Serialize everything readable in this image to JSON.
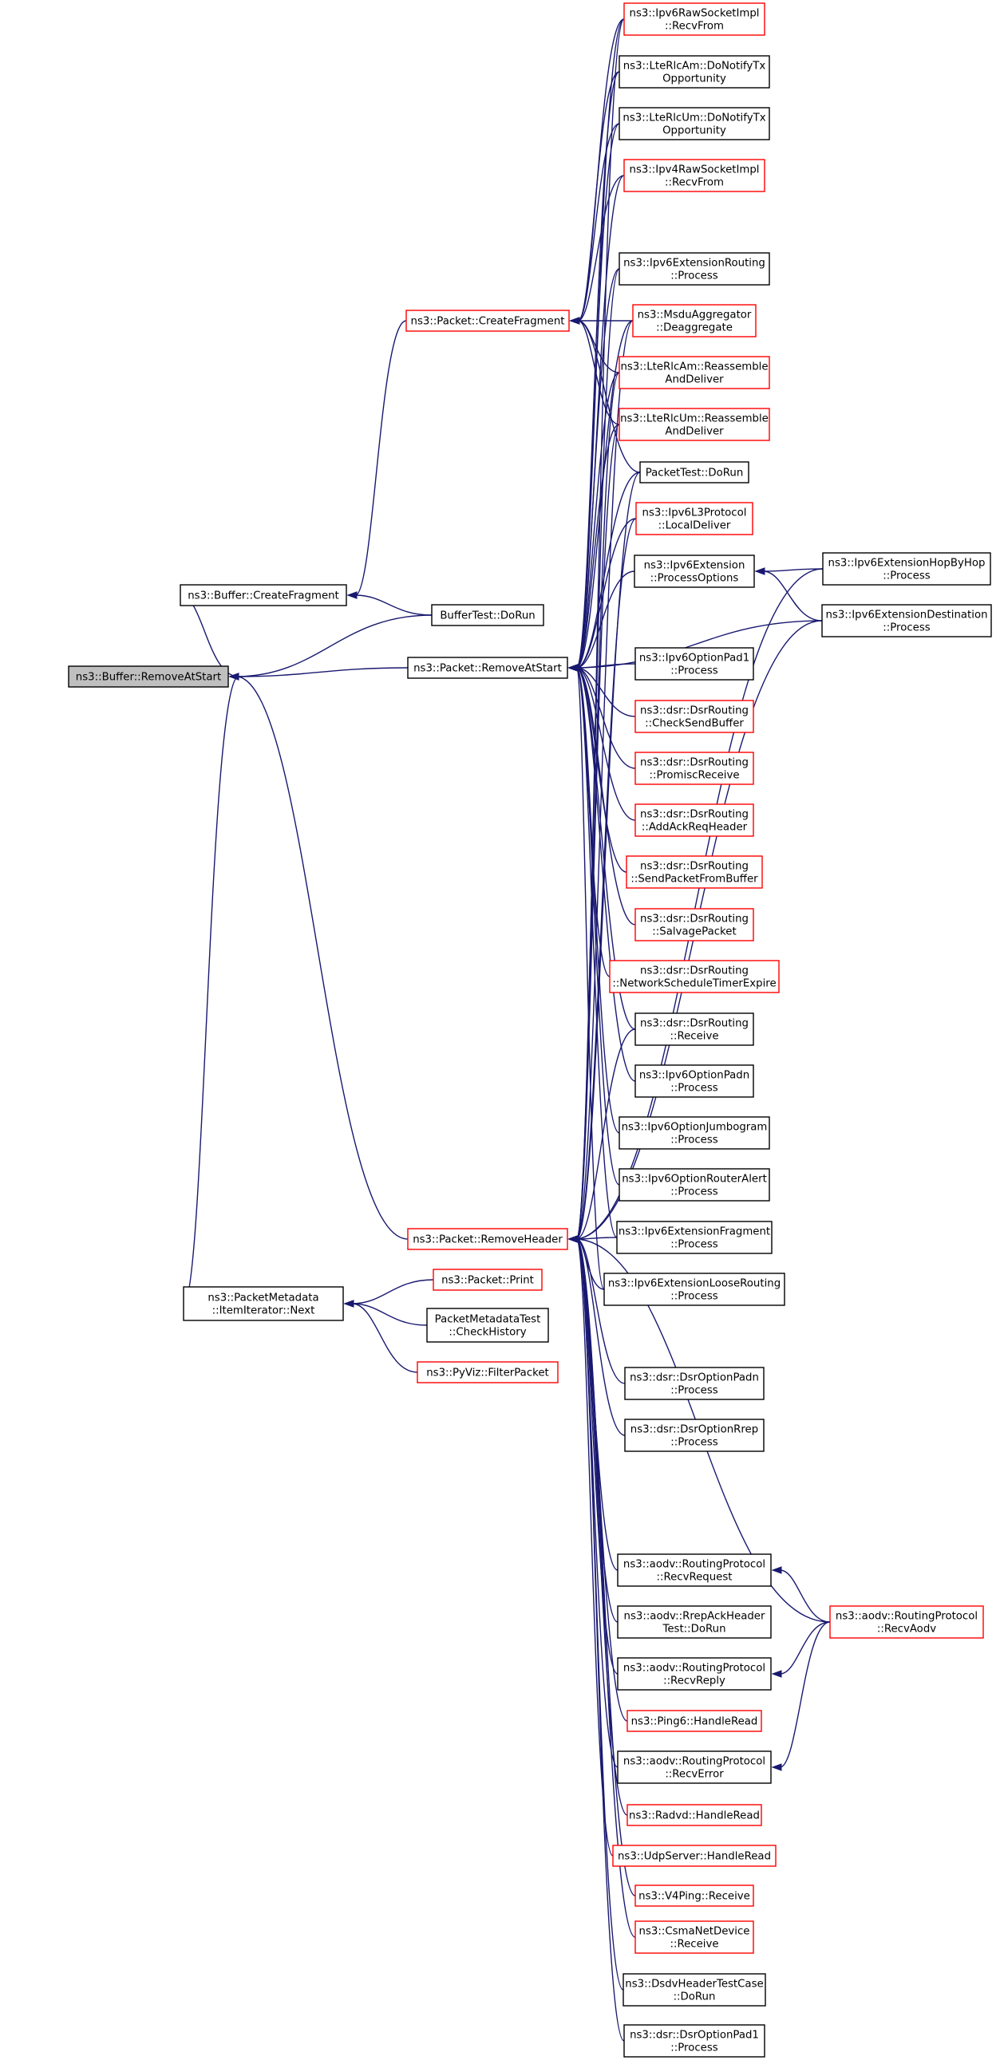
{
  "diagram": {
    "nodes": {
      "remove_at_start": {
        "lines": [
          "ns3::Buffer::RemoveAtStart"
        ],
        "color": "root"
      },
      "buffer_create_fragment": {
        "lines": [
          "ns3::Buffer::CreateFragment"
        ],
        "color": "black"
      },
      "buffer_test_dorun": {
        "lines": [
          "BufferTest::DoRun"
        ],
        "color": "black"
      },
      "packet_create_fragment": {
        "lines": [
          "ns3::Packet::CreateFragment"
        ],
        "color": "red"
      },
      "packet_remove_at_start": {
        "lines": [
          "ns3::Packet::RemoveAtStart"
        ],
        "color": "black"
      },
      "packet_remove_header": {
        "lines": [
          "ns3::Packet::RemoveHeader"
        ],
        "color": "red"
      },
      "item_iterator_next": {
        "lines": [
          "ns3::PacketMetadata",
          "::ItemIterator::Next"
        ],
        "color": "black"
      },
      "packet_print": {
        "lines": [
          "ns3::Packet::Print"
        ],
        "color": "red"
      },
      "metadata_check_history": {
        "lines": [
          "PacketMetadataTest",
          "::CheckHistory"
        ],
        "color": "black"
      },
      "pyviz_filter_packet": {
        "lines": [
          "ns3::PyViz::FilterPacket"
        ],
        "color": "red"
      },
      "ipv6raw_recvfrom": {
        "lines": [
          "ns3::Ipv6RawSocketImpl",
          "::RecvFrom"
        ],
        "color": "red"
      },
      "lterlcam_donotify": {
        "lines": [
          "ns3::LteRlcAm::DoNotifyTx",
          "Opportunity"
        ],
        "color": "black"
      },
      "lterlcum_donotify": {
        "lines": [
          "ns3::LteRlcUm::DoNotifyTx",
          "Opportunity"
        ],
        "color": "black"
      },
      "ipv4raw_recvfrom": {
        "lines": [
          "ns3::Ipv4RawSocketImpl",
          "::RecvFrom"
        ],
        "color": "red"
      },
      "ipv6ext_routing_process": {
        "lines": [
          "ns3::Ipv6ExtensionRouting",
          "::Process"
        ],
        "color": "black"
      },
      "msdu_deaggregate": {
        "lines": [
          "ns3::MsduAggregator",
          "::Deaggregate"
        ],
        "color": "red"
      },
      "lterlcam_reassemble": {
        "lines": [
          "ns3::LteRlcAm::Reassemble",
          "AndDeliver"
        ],
        "color": "red"
      },
      "lterlcum_reassemble": {
        "lines": [
          "ns3::LteRlcUm::Reassemble",
          "AndDeliver"
        ],
        "color": "red"
      },
      "packettest_dorun": {
        "lines": [
          "PacketTest::DoRun"
        ],
        "color": "black"
      },
      "ipv6l3_localdeliver": {
        "lines": [
          "ns3::Ipv6L3Protocol",
          "::LocalDeliver"
        ],
        "color": "red"
      },
      "ipv6ext_processoptions": {
        "lines": [
          "ns3::Ipv6Extension",
          "::ProcessOptions"
        ],
        "color": "black"
      },
      "ipv6opt_pad1_process": {
        "lines": [
          "ns3::Ipv6OptionPad1",
          "::Process"
        ],
        "color": "black"
      },
      "dsr_checksendbuffer": {
        "lines": [
          "ns3::dsr::DsrRouting",
          "::CheckSendBuffer"
        ],
        "color": "red"
      },
      "dsr_promiscreceive": {
        "lines": [
          "ns3::dsr::DsrRouting",
          "::PromiscReceive"
        ],
        "color": "red"
      },
      "dsr_addackreqheader": {
        "lines": [
          "ns3::dsr::DsrRouting",
          "::AddAckReqHeader"
        ],
        "color": "red"
      },
      "dsr_sendpacketfrombuffer": {
        "lines": [
          "ns3::dsr::DsrRouting",
          "::SendPacketFromBuffer"
        ],
        "color": "red"
      },
      "dsr_salvagepacket": {
        "lines": [
          "ns3::dsr::DsrRouting",
          "::SalvagePacket"
        ],
        "color": "red"
      },
      "dsr_networkscheduletimerexpire": {
        "lines": [
          "ns3::dsr::DsrRouting",
          "::NetworkScheduleTimerExpire"
        ],
        "color": "red"
      },
      "dsr_receive": {
        "lines": [
          "ns3::dsr::DsrRouting",
          "::Receive"
        ],
        "color": "black"
      },
      "ipv6opt_padn_process": {
        "lines": [
          "ns3::Ipv6OptionPadn",
          "::Process"
        ],
        "color": "black"
      },
      "ipv6opt_jumbogram_process": {
        "lines": [
          "ns3::Ipv6OptionJumbogram",
          "::Process"
        ],
        "color": "black"
      },
      "ipv6opt_routeralert_process": {
        "lines": [
          "ns3::Ipv6OptionRouterAlert",
          "::Process"
        ],
        "color": "black"
      },
      "ipv6ext_fragment_process": {
        "lines": [
          "ns3::Ipv6ExtensionFragment",
          "::Process"
        ],
        "color": "black"
      },
      "ipv6ext_looserouting_process": {
        "lines": [
          "ns3::Ipv6ExtensionLooseRouting",
          "::Process"
        ],
        "color": "black"
      },
      "ipv6ext_hopbyhop_process": {
        "lines": [
          "ns3::Ipv6ExtensionHopByHop",
          "::Process"
        ],
        "color": "black"
      },
      "ipv6ext_destination_process": {
        "lines": [
          "ns3::Ipv6ExtensionDestination",
          "::Process"
        ],
        "color": "black"
      },
      "dsr_optionpadn_process": {
        "lines": [
          "ns3::dsr::DsrOptionPadn",
          "::Process"
        ],
        "color": "black"
      },
      "dsr_optionrrep_process": {
        "lines": [
          "ns3::dsr::DsrOptionRrep",
          "::Process"
        ],
        "color": "black"
      },
      "aodv_recvrequest": {
        "lines": [
          "ns3::aodv::RoutingProtocol",
          "::RecvRequest"
        ],
        "color": "black"
      },
      "aodv_repack_dorun": {
        "lines": [
          "ns3::aodv::RrepAckHeader",
          "Test::DoRun"
        ],
        "color": "black"
      },
      "aodv_recvreply": {
        "lines": [
          "ns3::aodv::RoutingProtocol",
          "::RecvReply"
        ],
        "color": "black"
      },
      "ping6_handleread": {
        "lines": [
          "ns3::Ping6::HandleRead"
        ],
        "color": "red"
      },
      "aodv_recverror": {
        "lines": [
          "ns3::aodv::RoutingProtocol",
          "::RecvError"
        ],
        "color": "black"
      },
      "radvd_handleread": {
        "lines": [
          "ns3::Radvd::HandleRead"
        ],
        "color": "red"
      },
      "udpserver_handleread": {
        "lines": [
          "ns3::UdpServer::HandleRead"
        ],
        "color": "red"
      },
      "v4ping_receive": {
        "lines": [
          "ns3::V4Ping::Receive"
        ],
        "color": "red"
      },
      "csma_receive": {
        "lines": [
          "ns3::CsmaNetDevice",
          "::Receive"
        ],
        "color": "red"
      },
      "dsdv_dorun": {
        "lines": [
          "ns3::DsdvHeaderTestCase",
          "::DoRun"
        ],
        "color": "black"
      },
      "dsr_optionpad1_process": {
        "lines": [
          "ns3::dsr::DsrOptionPad1",
          "::Process"
        ],
        "color": "black"
      },
      "aodv_recvaodv": {
        "lines": [
          "ns3::aodv::RoutingProtocol",
          "::RecvAodv"
        ],
        "color": "red"
      }
    },
    "edges": [
      [
        "buffer_create_fragment",
        "remove_at_start"
      ],
      [
        "buffer_test_dorun",
        "remove_at_start"
      ],
      [
        "packet_remove_at_start",
        "remove_at_start"
      ],
      [
        "packet_remove_header",
        "remove_at_start"
      ],
      [
        "item_iterator_next",
        "remove_at_start"
      ],
      [
        "packet_create_fragment",
        "buffer_create_fragment"
      ],
      [
        "buffer_test_dorun",
        "buffer_create_fragment"
      ],
      [
        "packet_print",
        "item_iterator_next"
      ],
      [
        "metadata_check_history",
        "item_iterator_next"
      ],
      [
        "pyviz_filter_packet",
        "item_iterator_next"
      ],
      [
        "ipv6raw_recvfrom",
        "packet_create_fragment"
      ],
      [
        "lterlcam_donotify",
        "packet_create_fragment"
      ],
      [
        "lterlcum_donotify",
        "packet_create_fragment"
      ],
      [
        "ipv4raw_recvfrom",
        "packet_create_fragment"
      ],
      [
        "msdu_deaggregate",
        "packet_create_fragment"
      ],
      [
        "lterlcam_reassemble",
        "packet_create_fragment"
      ],
      [
        "lterlcum_reassemble",
        "packet_create_fragment"
      ],
      [
        "packettest_dorun",
        "packet_create_fragment"
      ],
      [
        "ipv6ext_processoptions",
        "packet_remove_at_start"
      ],
      [
        "ipv6opt_pad1_process",
        "packet_remove_at_start"
      ],
      [
        "ipv6ext_destination_process",
        "packet_remove_at_start"
      ],
      [
        "ipv6ext_hopbyhop_process",
        "ipv6ext_processoptions"
      ],
      [
        "ipv6ext_destination_process",
        "ipv6ext_processoptions"
      ],
      [
        "ipv6raw_recvfrom",
        "packet_remove_at_start"
      ],
      [
        "lterlcam_donotify",
        "packet_remove_at_start"
      ],
      [
        "lterlcum_donotify",
        "packet_remove_at_start"
      ],
      [
        "ipv4raw_recvfrom",
        "packet_remove_at_start"
      ],
      [
        "ipv6ext_routing_process",
        "packet_remove_at_start"
      ],
      [
        "msdu_deaggregate",
        "packet_remove_at_start"
      ],
      [
        "lterlcam_reassemble",
        "packet_remove_at_start"
      ],
      [
        "lterlcum_reassemble",
        "packet_remove_at_start"
      ],
      [
        "packettest_dorun",
        "packet_remove_at_start"
      ],
      [
        "ipv6l3_localdeliver",
        "packet_remove_at_start"
      ],
      [
        "dsr_checksendbuffer",
        "packet_remove_at_start"
      ],
      [
        "dsr_promiscreceive",
        "packet_remove_at_start"
      ],
      [
        "dsr_addackreqheader",
        "packet_remove_at_start"
      ],
      [
        "dsr_sendpacketfrombuffer",
        "packet_remove_at_start"
      ],
      [
        "dsr_salvagepacket",
        "packet_remove_at_start"
      ],
      [
        "dsr_networkscheduletimerexpire",
        "packet_remove_at_start"
      ],
      [
        "dsr_receive",
        "packet_remove_at_start"
      ],
      [
        "ipv6opt_padn_process",
        "packet_remove_at_start"
      ],
      [
        "ipv6opt_jumbogram_process",
        "packet_remove_at_start"
      ],
      [
        "ipv6opt_routeralert_process",
        "packet_remove_at_start"
      ],
      [
        "ipv6ext_fragment_process",
        "packet_remove_at_start"
      ],
      [
        "ipv6ext_looserouting_process",
        "packet_remove_at_start"
      ],
      [
        "ipv6ext_fragment_process",
        "packet_remove_header"
      ],
      [
        "ipv6ext_looserouting_process",
        "packet_remove_header"
      ],
      [
        "ipv6ext_hopbyhop_process",
        "packet_remove_header"
      ],
      [
        "ipv6ext_destination_process",
        "packet_remove_header"
      ],
      [
        "ipv6ext_routing_process",
        "packet_remove_header"
      ],
      [
        "msdu_deaggregate",
        "packet_remove_header"
      ],
      [
        "lterlcam_reassemble",
        "packet_remove_header"
      ],
      [
        "lterlcum_reassemble",
        "packet_remove_header"
      ],
      [
        "packettest_dorun",
        "packet_remove_header"
      ],
      [
        "ipv6l3_localdeliver",
        "packet_remove_header"
      ],
      [
        "ipv6raw_recvfrom",
        "packet_remove_header"
      ],
      [
        "dsr_receive",
        "packet_remove_header"
      ],
      [
        "dsr_optionpadn_process",
        "packet_remove_header"
      ],
      [
        "dsr_optionrrep_process",
        "packet_remove_header"
      ],
      [
        "aodv_recvrequest",
        "packet_remove_header"
      ],
      [
        "aodv_repack_dorun",
        "packet_remove_header"
      ],
      [
        "aodv_recvreply",
        "packet_remove_header"
      ],
      [
        "ping6_handleread",
        "packet_remove_header"
      ],
      [
        "aodv_recverror",
        "packet_remove_header"
      ],
      [
        "aodv_recvaodv",
        "packet_remove_header"
      ],
      [
        "radvd_handleread",
        "packet_remove_header"
      ],
      [
        "udpserver_handleread",
        "packet_remove_header"
      ],
      [
        "v4ping_receive",
        "packet_remove_header"
      ],
      [
        "csma_receive",
        "packet_remove_header"
      ],
      [
        "dsdv_dorun",
        "packet_remove_header"
      ],
      [
        "dsr_optionpad1_process",
        "packet_remove_header"
      ],
      [
        "aodv_recvaodv",
        "aodv_recvrequest"
      ],
      [
        "aodv_recvaodv",
        "aodv_recvreply"
      ],
      [
        "aodv_recvaodv",
        "aodv_recverror"
      ]
    ]
  }
}
